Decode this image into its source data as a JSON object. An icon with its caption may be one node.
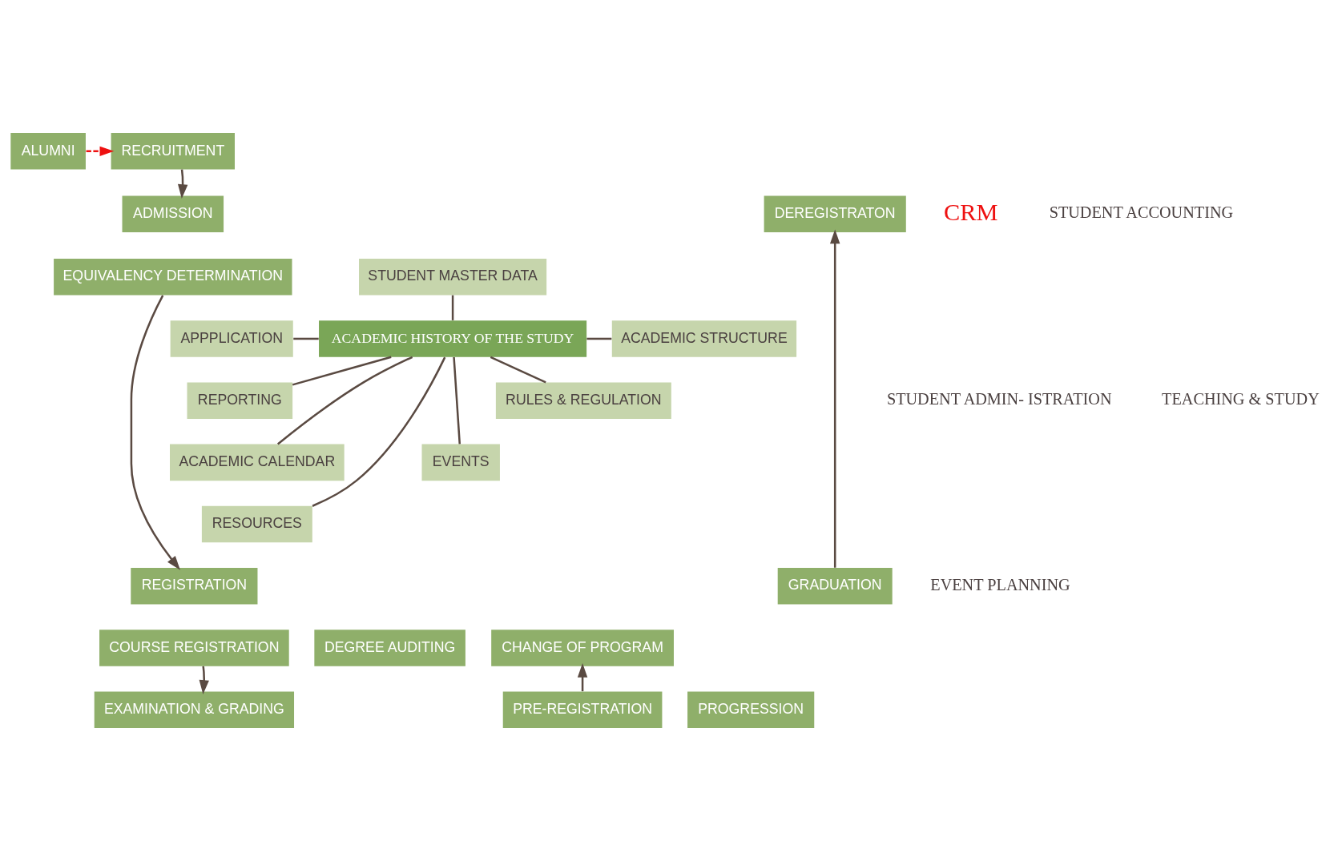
{
  "diagram": {
    "nodes": [
      {
        "text": [
          "RECRUITMENT"
        ]
      },
      {
        "text": [
          "ALUMNI"
        ]
      },
      {
        "text": [
          "ADMISSION"
        ]
      },
      {
        "text": [
          "DEREGISTRATON"
        ]
      },
      {
        "text": [
          "EQUIVALENCY DETERMINATION"
        ]
      },
      {
        "text": [
          "STUDENT MASTER DATA"
        ]
      },
      {
        "text": [
          "APPPLICATION"
        ]
      },
      {
        "text": [
          "ACADEMIC HISTORY OF THE STUDY"
        ]
      },
      {
        "text": [
          "ACADEMIC STRUCTURE"
        ]
      },
      {
        "text": [
          "REPORTING"
        ]
      },
      {
        "text": [
          "RULES & REGULATION"
        ]
      },
      {
        "text": [
          "ACADEMIC CALENDAR"
        ]
      },
      {
        "text": [
          "EVENTS"
        ]
      },
      {
        "text": [
          "GRADUATION"
        ]
      },
      {
        "text": [
          "DEGREE AUDITING"
        ]
      },
      {
        "text": [
          "CHANGE OF PROGRAM"
        ]
      },
      {
        "text": [
          "RESOURCES"
        ]
      },
      {
        "text": [
          "REGISTRATION"
        ]
      },
      {
        "text": [
          "COURSE REGISTRATION"
        ]
      },
      {
        "text": [
          "EXAMINATION & GRADING"
        ]
      },
      {
        "text": [
          "PROGRESSION"
        ]
      },
      {
        "text": [
          "PRE-REGISTRATION"
        ]
      }
    ],
    "edges": [
      {
        "from": 1,
        "to": 0,
        "arrow": "to",
        "style": "dashed",
        "color": "#ee1111"
      },
      {
        "from": 0,
        "to": 2,
        "arrow": "to"
      },
      {
        "from": 4,
        "to": 17,
        "arrow": "to"
      },
      {
        "from": 18,
        "to": 19,
        "arrow": "to"
      },
      {
        "from": 21,
        "to": 15,
        "arrow": "to"
      },
      {
        "from": 13,
        "to": 3,
        "arrow": "to"
      },
      {
        "from": 5,
        "to": 7,
        "arrow": "none"
      },
      {
        "from": 6,
        "to": 7,
        "arrow": "none"
      },
      {
        "from": 9,
        "to": 7,
        "arrow": "none"
      },
      {
        "from": 11,
        "to": 7,
        "arrow": "none"
      },
      {
        "from": 7,
        "to": 8,
        "arrow": "none"
      },
      {
        "from": 7,
        "to": 10,
        "arrow": "none"
      },
      {
        "from": 7,
        "to": 12,
        "arrow": "none"
      },
      {
        "from": 7,
        "to": 16,
        "arrow": "none"
      }
    ],
    "labels": [
      "CRM",
      "STUDENT ACCOUNTING",
      "STUDENT ADMIN- ISTRATION",
      "TEACHING & STUDY",
      "EVENT PLANNING"
    ]
  }
}
